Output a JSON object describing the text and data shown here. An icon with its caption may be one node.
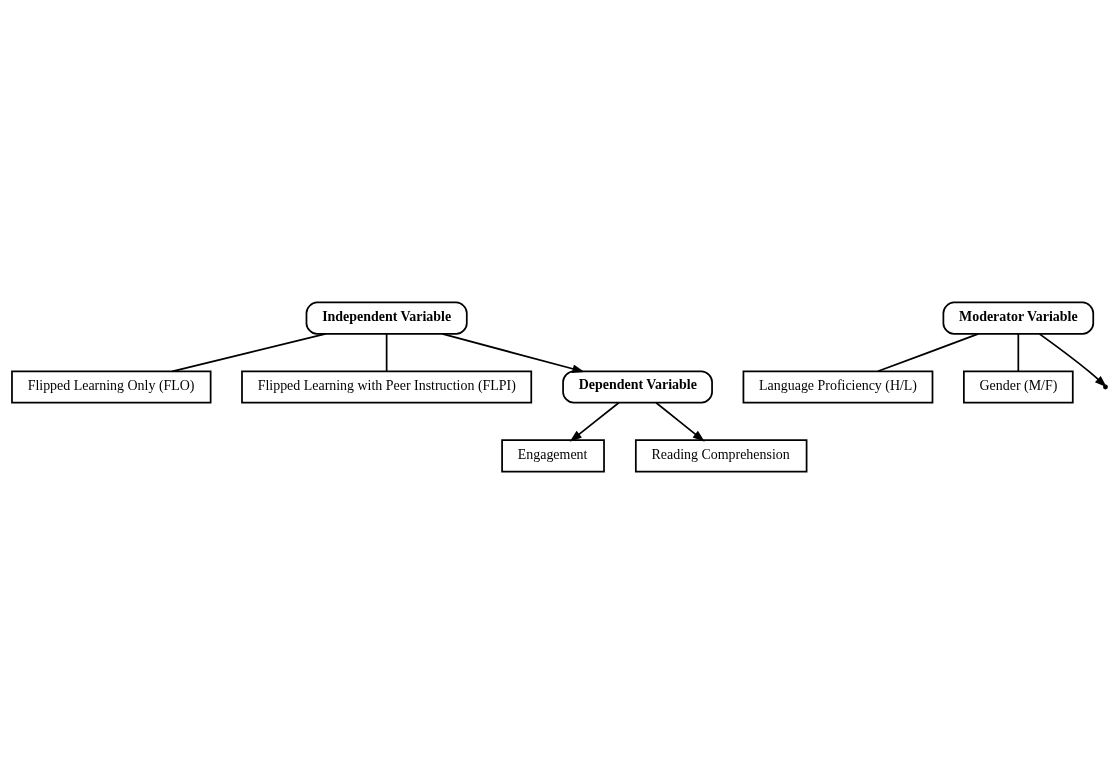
{
  "diagram": {
    "nodes": [
      {
        "text": [
          "Independent Variable"
        ]
      },
      {
        "text": [
          "Flipped Learning Only (FLO)"
        ]
      },
      {
        "text": [
          "Flipped Learning with Peer Instruction (FLPI)"
        ]
      },
      {
        "text": [
          "Moderator Variable"
        ]
      },
      {
        "text": [
          "Language Proficiency (H/L)"
        ]
      },
      {
        "text": [
          "Gender (M/F)"
        ]
      },
      {
        "text": [
          "Dependent Variable"
        ]
      },
      {
        "text": [
          "Engagement"
        ]
      },
      {
        "text": [
          "Reading Comprehension"
        ]
      }
    ],
    "edges": [
      {
        "from": 0,
        "to": 6,
        "arrow": "to"
      },
      {
        "from": 0,
        "to": 1,
        "arrow": "none"
      },
      {
        "from": 0,
        "to": 2,
        "arrow": "none"
      },
      {
        "from": 3,
        "to": null,
        "arrow": "to"
      },
      {
        "from": 3,
        "to": 4,
        "arrow": "none"
      },
      {
        "from": 3,
        "to": 5,
        "arrow": "none"
      },
      {
        "from": 6,
        "to": 7,
        "arrow": "to"
      },
      {
        "from": 6,
        "to": 8,
        "arrow": "to"
      }
    ]
  }
}
